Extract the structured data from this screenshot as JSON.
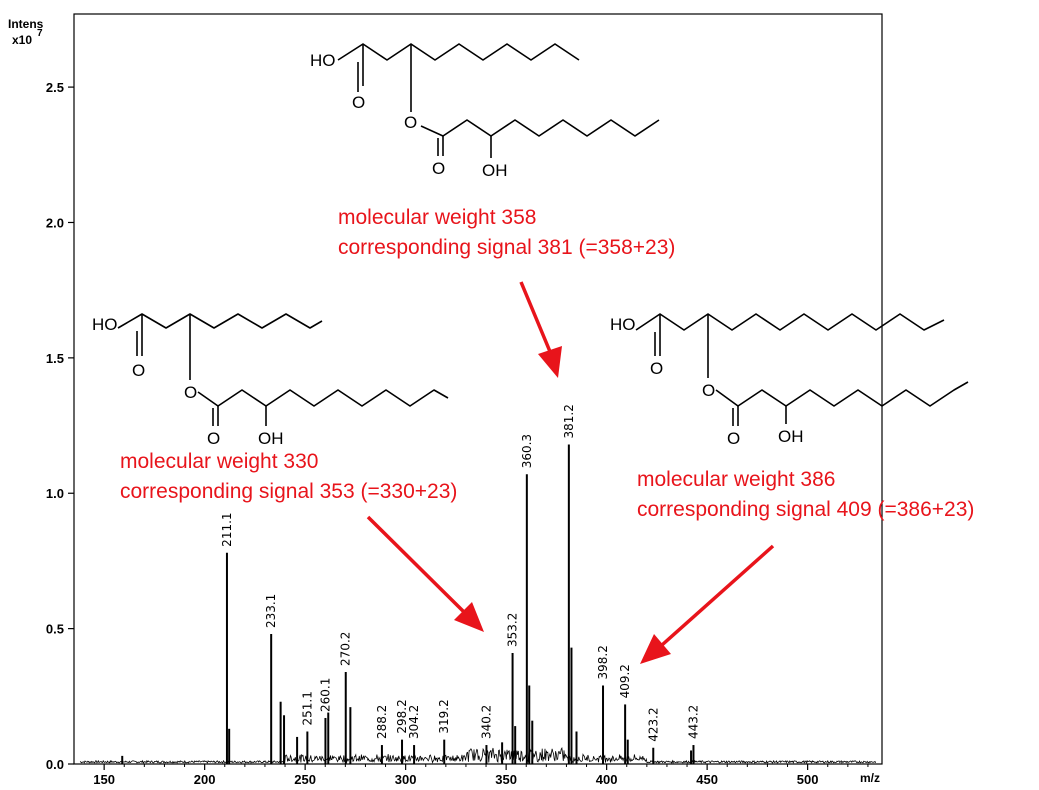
{
  "chart_data": {
    "type": "line",
    "title": "",
    "xlabel": "m/z",
    "ylabel": "Intens",
    "ylabel_multiplier": "x10",
    "ylabel_exponent": "7",
    "xlim": [
      135,
      537
    ],
    "ylim": [
      0,
      2.77
    ],
    "x_ticks": [
      150,
      200,
      250,
      300,
      350,
      400,
      450,
      500
    ],
    "y_ticks": [
      {
        "value": 0.0,
        "label": "0.0"
      },
      {
        "value": 0.5,
        "label": "0.5"
      },
      {
        "value": 1.0,
        "label": "1.0"
      },
      {
        "value": 1.5,
        "label": "1.5"
      },
      {
        "value": 2.0,
        "label": "2.0"
      },
      {
        "value": 2.5,
        "label": "2.5"
      }
    ],
    "grid": false,
    "peaks": [
      {
        "mz": 159.0,
        "intensity": 0.03
      },
      {
        "mz": 211.1,
        "intensity": 0.78,
        "label": "211.1"
      },
      {
        "mz": 212.2,
        "intensity": 0.13
      },
      {
        "mz": 233.1,
        "intensity": 0.48,
        "label": "233.1"
      },
      {
        "mz": 237.8,
        "intensity": 0.23
      },
      {
        "mz": 239.5,
        "intensity": 0.18
      },
      {
        "mz": 246.0,
        "intensity": 0.1
      },
      {
        "mz": 251.1,
        "intensity": 0.12,
        "label": "251.1"
      },
      {
        "mz": 260.1,
        "intensity": 0.17,
        "label": "260.1"
      },
      {
        "mz": 261.5,
        "intensity": 0.19
      },
      {
        "mz": 270.2,
        "intensity": 0.34,
        "label": "270.2"
      },
      {
        "mz": 272.5,
        "intensity": 0.21
      },
      {
        "mz": 288.2,
        "intensity": 0.07,
        "label": "288.2"
      },
      {
        "mz": 298.2,
        "intensity": 0.09,
        "label": "298.2"
      },
      {
        "mz": 304.2,
        "intensity": 0.07,
        "label": "304.2"
      },
      {
        "mz": 319.2,
        "intensity": 0.09,
        "label": "319.2"
      },
      {
        "mz": 340.2,
        "intensity": 0.07,
        "label": "340.2"
      },
      {
        "mz": 348.0,
        "intensity": 0.08
      },
      {
        "mz": 353.2,
        "intensity": 0.41,
        "label": "353.2"
      },
      {
        "mz": 354.5,
        "intensity": 0.14
      },
      {
        "mz": 360.3,
        "intensity": 1.07,
        "label": "360.3"
      },
      {
        "mz": 361.5,
        "intensity": 0.29
      },
      {
        "mz": 363.0,
        "intensity": 0.16
      },
      {
        "mz": 381.2,
        "intensity": 1.18,
        "label": "381.2"
      },
      {
        "mz": 382.5,
        "intensity": 0.43
      },
      {
        "mz": 385.0,
        "intensity": 0.12
      },
      {
        "mz": 398.2,
        "intensity": 0.29,
        "label": "398.2"
      },
      {
        "mz": 409.2,
        "intensity": 0.22,
        "label": "409.2"
      },
      {
        "mz": 410.5,
        "intensity": 0.09
      },
      {
        "mz": 423.2,
        "intensity": 0.06,
        "label": "423.2"
      },
      {
        "mz": 442.0,
        "intensity": 0.05
      },
      {
        "mz": 443.2,
        "intensity": 0.07,
        "label": "443.2"
      }
    ],
    "annotations": [
      {
        "id": "mw358",
        "lines": [
          "molecular weight 358",
          "corresponding signal 381 (=358+23)"
        ]
      },
      {
        "id": "mw330",
        "lines": [
          "molecular weight 330",
          "corresponding signal 353 (=330+23)"
        ]
      },
      {
        "id": "mw386",
        "lines": [
          "molecular weight 386",
          "corresponding signal 409 (=386+23)"
        ]
      }
    ],
    "annotation_color": "#e8141b",
    "structure_labels": {
      "hydroxy_acid": "HO",
      "carbonyl_oxygen": "O",
      "ester_oxygen": "O",
      "hydroxyl": "OH"
    }
  }
}
